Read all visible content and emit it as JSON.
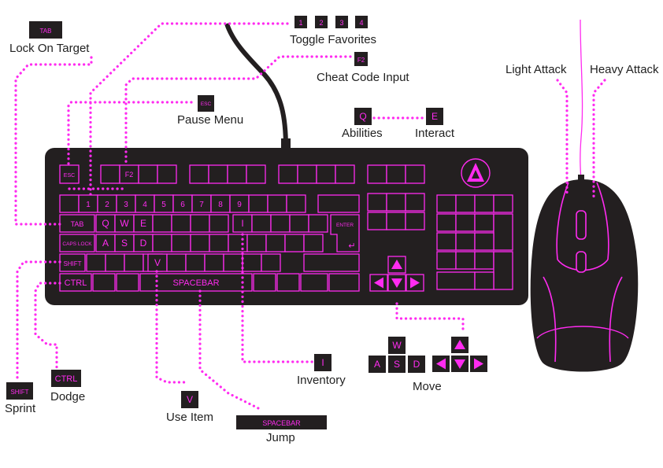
{
  "colors": {
    "accent": "#ff2bf0",
    "body": "#231f20",
    "text": "#222222",
    "background": "#ffffff"
  },
  "labels": {
    "lock_on_target": "Lock On Target",
    "toggle_favorites": "Toggle Favorites",
    "cheat_code_input": "Cheat Code Input",
    "pause_menu": "Pause Menu",
    "abilities": "Abilities",
    "interact": "Interact",
    "light_attack": "Light Attack",
    "heavy_attack": "Heavy Attack",
    "inventory": "Inventory",
    "move": "Move",
    "sprint": "Sprint",
    "dodge": "Dodge",
    "use_item": "Use Item",
    "jump": "Jump"
  },
  "badges": {
    "tab": "TAB",
    "n1": "1",
    "n2": "2",
    "n3": "3",
    "n4": "4",
    "f2": "F2",
    "esc": "ESC",
    "q": "Q",
    "e": "E",
    "i": "I",
    "w": "W",
    "a": "A",
    "s": "S",
    "d": "D",
    "shift": "SHIFT",
    "ctrl": "CTRL",
    "v": "V",
    "spacebar": "SPACEBAR"
  },
  "keyboard": {
    "esc": "ESC",
    "f2": "F2",
    "n1": "1",
    "n2": "2",
    "n3": "3",
    "n4": "4",
    "n5": "5",
    "n6": "6",
    "n7": "7",
    "n8": "8",
    "n9": "9",
    "tab": "TAB",
    "q": "Q",
    "w": "W",
    "e": "E",
    "i": "I",
    "caps_lock": "CAPS LOCK",
    "a": "A",
    "s": "S",
    "d": "D",
    "enter": "ENTER",
    "enter_arrow": "↵",
    "shift": "SHIFT",
    "v": "V",
    "ctrl": "CTRL",
    "spacebar": "SPACEBAR"
  },
  "icons": [
    "logo-icon",
    "mouse-icon",
    "arrow-up-icon",
    "arrow-down-icon",
    "arrow-left-icon",
    "arrow-right-icon"
  ]
}
